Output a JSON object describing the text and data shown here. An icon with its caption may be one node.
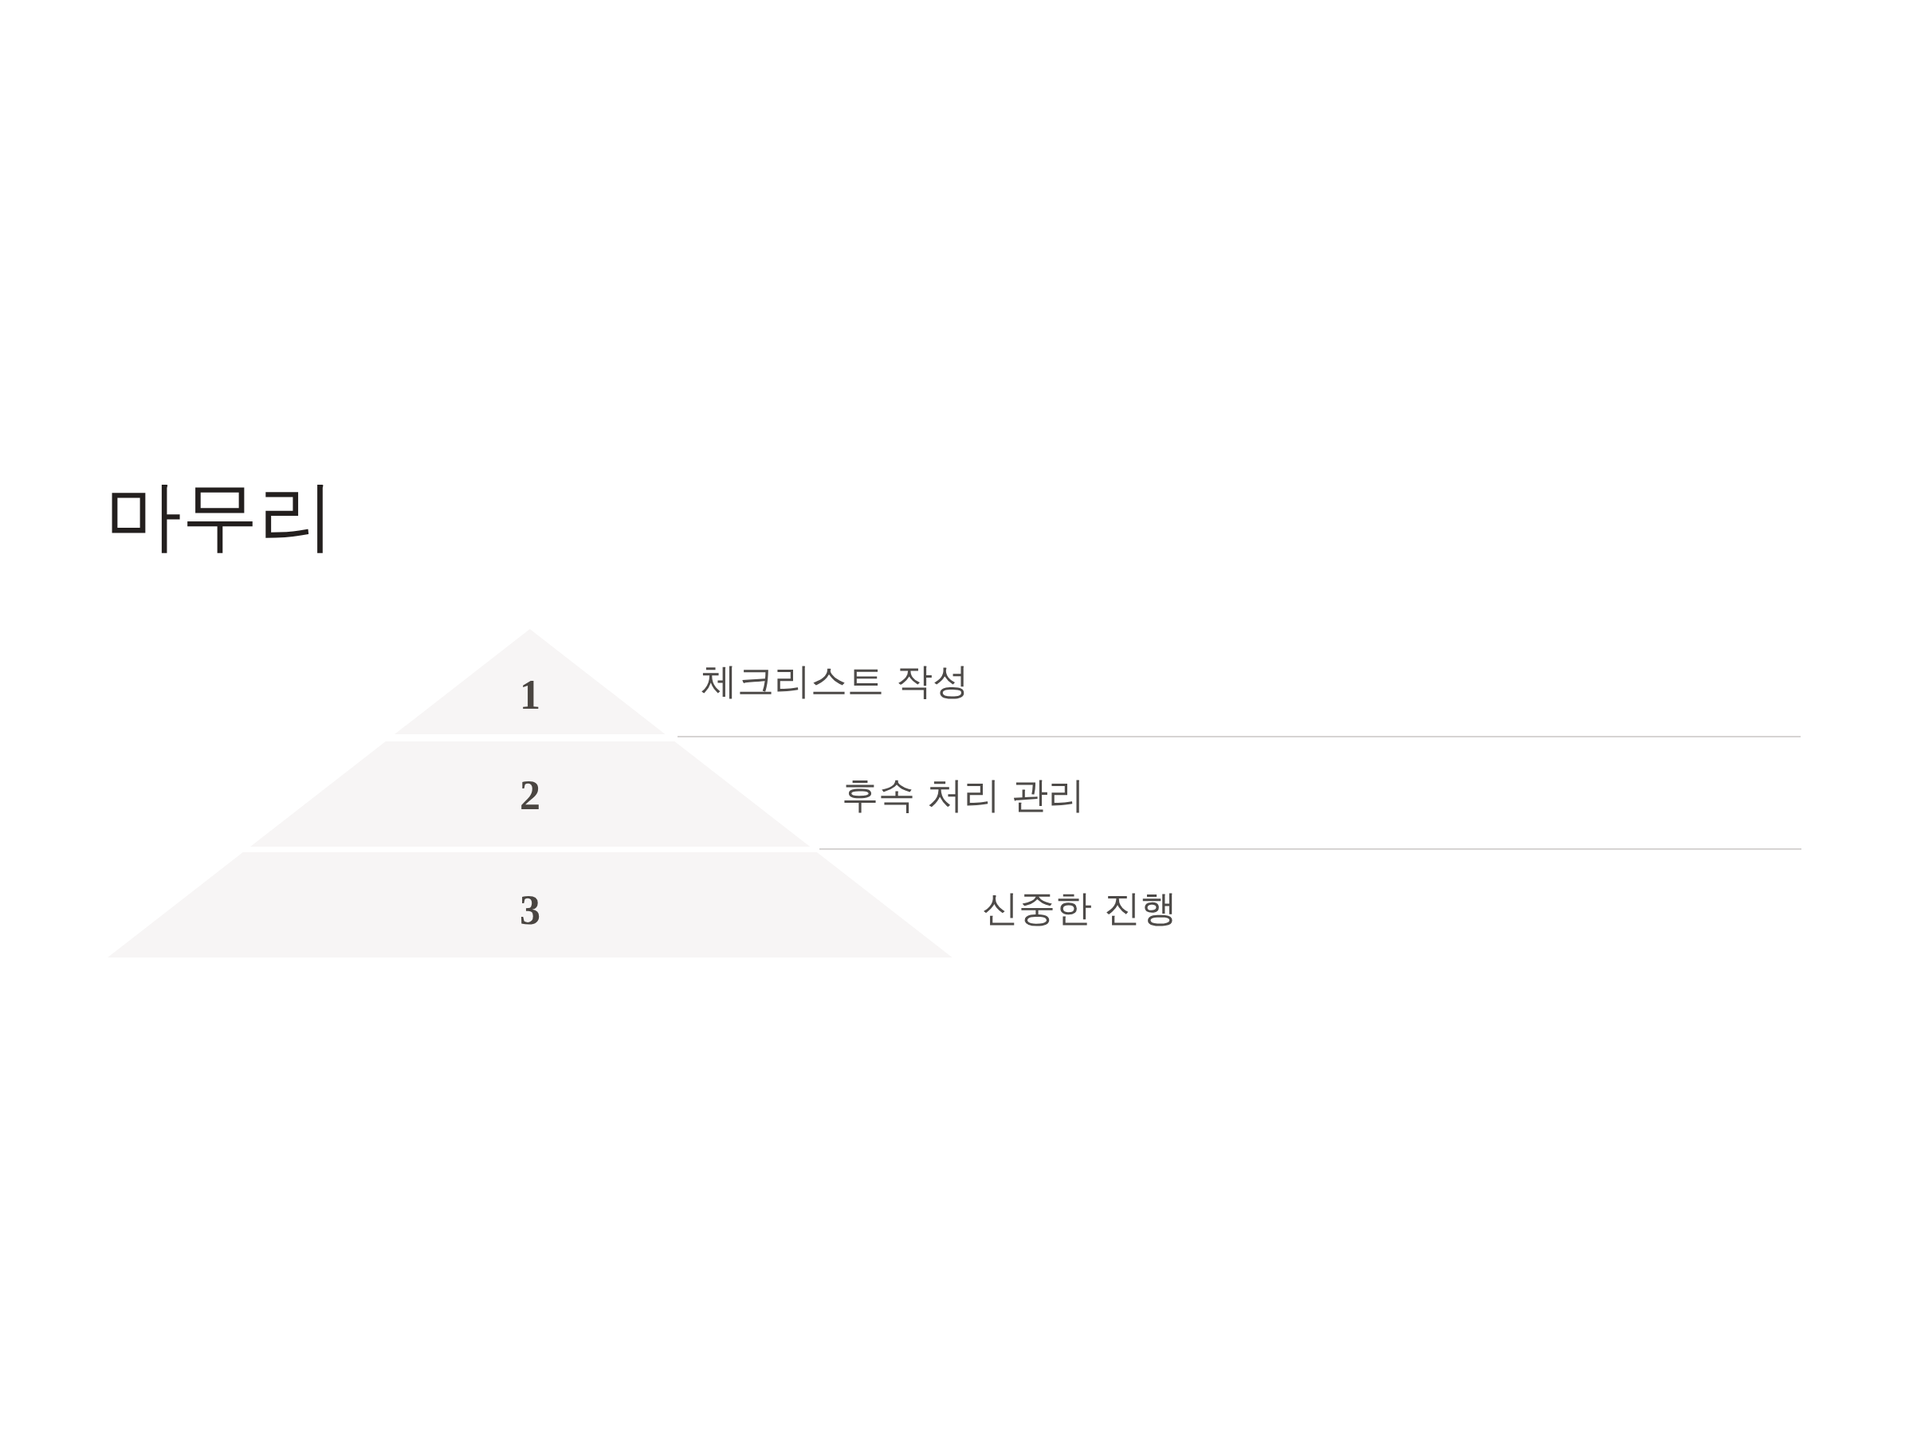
{
  "diagram": {
    "title": "마무리",
    "nodes": [
      {
        "text": [
          "1"
        ],
        "beside": [
          "체크리스트 작성"
        ]
      },
      {
        "text": [
          "2"
        ],
        "beside": [
          "후속 처리 관리"
        ]
      },
      {
        "text": [
          "3"
        ],
        "beside": [
          "신중한 진행"
        ]
      }
    ]
  }
}
